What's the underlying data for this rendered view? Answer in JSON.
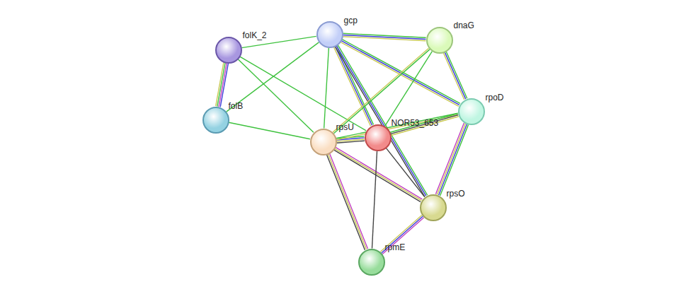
{
  "diagram": {
    "nodes": [
      {
        "text": [
          "gcp"
        ]
      },
      {
        "text": [
          "dnaG"
        ]
      },
      {
        "text": [
          "folK_2"
        ]
      },
      {
        "text": [
          "rpoD"
        ]
      },
      {
        "text": [
          "folB"
        ]
      },
      {
        "text": [
          "NOR53_653"
        ]
      },
      {
        "text": [
          "rpsU"
        ]
      },
      {
        "text": [
          "rpsO"
        ]
      },
      {
        "text": [
          "rpmE"
        ]
      }
    ],
    "edges": [
      {
        "from": 2,
        "to": 4,
        "arrow": "none"
      },
      {
        "from": 2,
        "to": 0,
        "arrow": "none"
      },
      {
        "from": 2,
        "to": 6,
        "arrow": "none"
      },
      {
        "from": 2,
        "to": 5,
        "arrow": "none"
      },
      {
        "from": 4,
        "to": 0,
        "arrow": "none"
      },
      {
        "from": 4,
        "to": 6,
        "arrow": "none"
      },
      {
        "from": 0,
        "to": 6,
        "arrow": "none"
      },
      {
        "from": 0,
        "to": 1,
        "arrow": "none"
      },
      {
        "from": 0,
        "to": 3,
        "arrow": "none"
      },
      {
        "from": 0,
        "to": 5,
        "arrow": "none"
      },
      {
        "from": 0,
        "to": 7,
        "arrow": "none"
      },
      {
        "from": 1,
        "to": 6,
        "arrow": "none"
      },
      {
        "from": 1,
        "to": 5,
        "arrow": "none"
      },
      {
        "from": 1,
        "to": 3,
        "arrow": "none"
      },
      {
        "from": 6,
        "to": 5,
        "arrow": "none"
      },
      {
        "from": 6,
        "to": 3,
        "arrow": "none"
      },
      {
        "from": 5,
        "to": 3,
        "arrow": "none"
      },
      {
        "from": 3,
        "to": 7,
        "arrow": "none"
      },
      {
        "from": 6,
        "to": 7,
        "arrow": "none"
      },
      {
        "from": 6,
        "to": 8,
        "arrow": "none"
      },
      {
        "from": 5,
        "to": 7,
        "arrow": "none"
      },
      {
        "from": 5,
        "to": 8,
        "arrow": "none"
      },
      {
        "from": 7,
        "to": 8,
        "arrow": "none"
      }
    ]
  }
}
